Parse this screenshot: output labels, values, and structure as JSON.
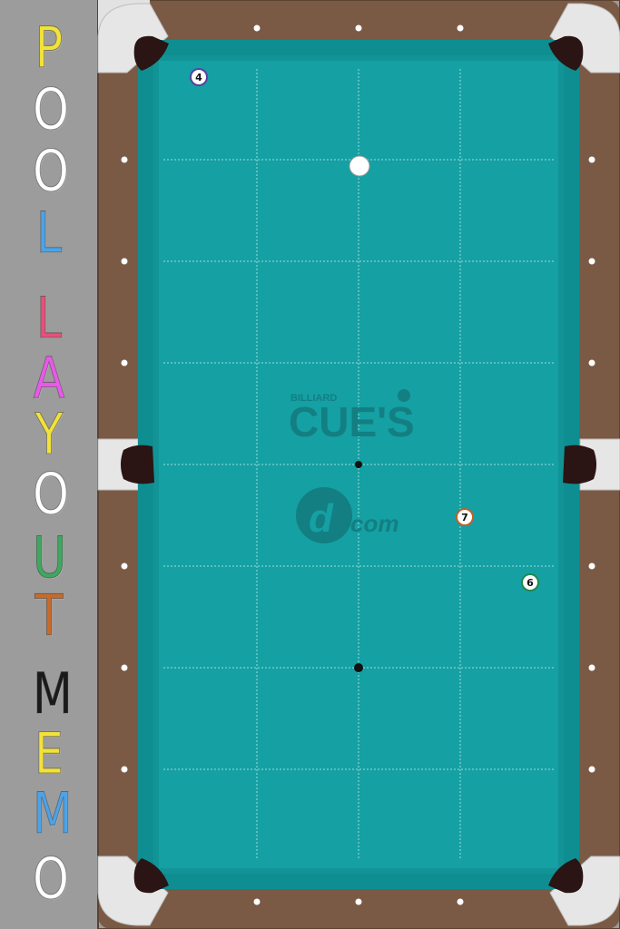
{
  "title": {
    "letters": [
      {
        "ch": "P",
        "color": "#f2e23a"
      },
      {
        "ch": "O",
        "color": "#ffffff"
      },
      {
        "ch": "O",
        "color": "#ffffff"
      },
      {
        "ch": "L",
        "color": "#4da3e8"
      },
      {
        "ch": "L",
        "color": "#e8507a"
      },
      {
        "ch": "A",
        "color": "#e85ae8"
      },
      {
        "ch": "Y",
        "color": "#f2e23a"
      },
      {
        "ch": "O",
        "color": "#ffffff"
      },
      {
        "ch": "U",
        "color": "#3fa860"
      },
      {
        "ch": "T",
        "color": "#c86a2a"
      },
      {
        "ch": "M",
        "color": "#1a1a1a"
      },
      {
        "ch": "E",
        "color": "#f2e23a"
      },
      {
        "ch": "M",
        "color": "#4da3e8"
      },
      {
        "ch": "O",
        "color": "#ffffff"
      }
    ]
  },
  "table": {
    "felt_color": "#15a0a3",
    "rail_color": "#7a5a45",
    "corner_color": "#e2e2e2",
    "logo": {
      "small": "BILLIARD",
      "big": "CUE'S",
      "dcom_mark": "d",
      "dcom": "com"
    }
  },
  "balls": [
    {
      "id": "cue",
      "label": "",
      "type": "cue"
    },
    {
      "id": "4",
      "label": "4",
      "type": "numbered",
      "color": "#ffffff"
    },
    {
      "id": "7",
      "label": "7",
      "type": "numbered",
      "color": "#ffffff"
    },
    {
      "id": "6",
      "label": "6",
      "type": "numbered",
      "color": "#ffffff"
    }
  ]
}
